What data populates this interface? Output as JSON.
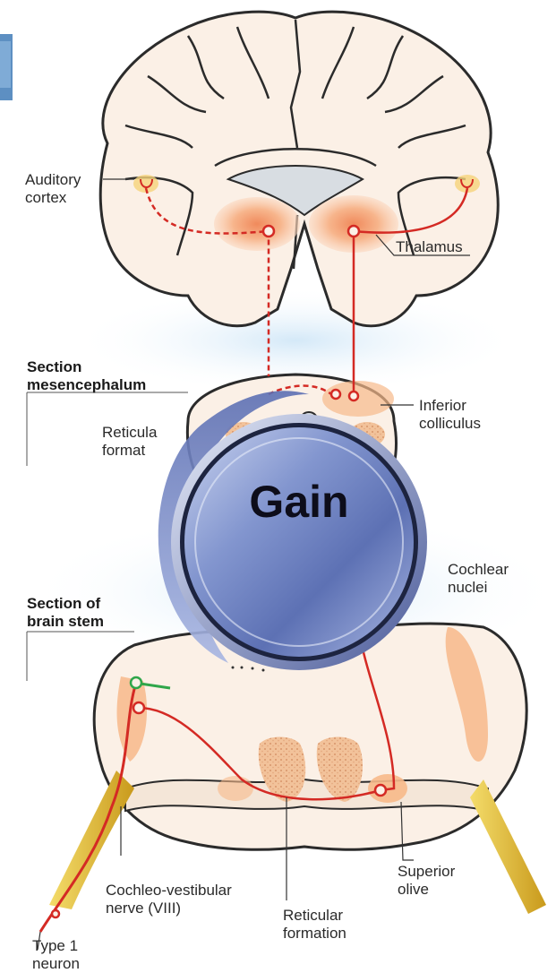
{
  "labels": {
    "auditory_cortex": "Auditory\ncortex",
    "thalamus": "Thalamus",
    "section_mesencephalum": "Section\nmesencephalum",
    "inferior_colliculus": "Inferior\ncolliculus",
    "reticular_formation_upper": "Reticula\nformat",
    "cochlear_nuclei": "Cochlear\nnuclei",
    "section_brain_stem": "Section of\nbrain stem",
    "superior_olive": "Superior\nolive",
    "cochleo_vestibular_nerve": "Cochleo-vestibular\nnerve (VIII)",
    "reticular_formation_lower": "Reticular\nformation",
    "type1_neuron": "Type 1\nneuron"
  },
  "knob": {
    "label": "Gain"
  },
  "colors": {
    "tissue": "#fbf0e6",
    "outline": "#2b2b2b",
    "nucleus": "#f7b98a",
    "pathway": "#d42a24",
    "nerve": "#e8c23a",
    "knob": "#7d8fc8"
  }
}
